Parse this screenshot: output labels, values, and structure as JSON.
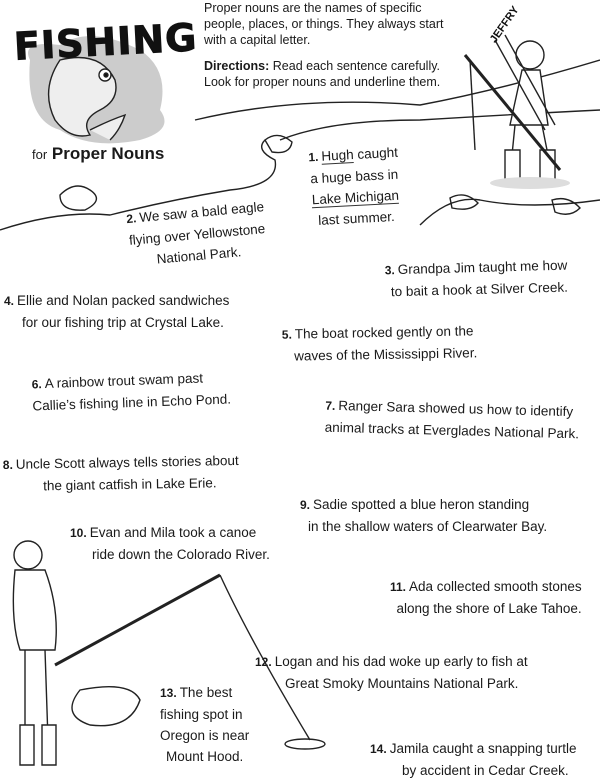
{
  "title": "FISHING",
  "subtitle_prefix": "for",
  "subtitle": "Proper Nouns",
  "rod_label": "JEFFRY",
  "intro": "Proper nouns are the names of specific people, places, or things. They always start with a capital letter.",
  "directions_label": "Directions:",
  "directions": "Read each sentence carefully. Look for proper nouns and underline them.",
  "sentences": [
    {
      "num": "1.",
      "lines": [
        "Hugh",
        " caught",
        "a huge bass in",
        "Lake Michigan",
        "last summer."
      ]
    },
    {
      "num": "2.",
      "lines": [
        "We saw a bald eagle",
        "flying over Yellowstone",
        "National Park."
      ]
    },
    {
      "num": "3.",
      "lines": [
        "Grandpa Jim taught me how",
        "to bait a hook at Silver Creek."
      ]
    },
    {
      "num": "4.",
      "lines": [
        "Ellie and Nolan packed sandwiches",
        "for our fishing trip at Crystal Lake."
      ]
    },
    {
      "num": "5.",
      "lines": [
        "The boat rocked gently on the",
        "waves of the Mississippi River."
      ]
    },
    {
      "num": "6.",
      "lines": [
        "A rainbow trout swam past",
        "Callie’s fishing line in Echo Pond."
      ]
    },
    {
      "num": "7.",
      "lines": [
        "Ranger Sara showed us how to identify",
        "animal tracks at Everglades National Park."
      ]
    },
    {
      "num": "8.",
      "lines": [
        "Uncle Scott always tells stories about",
        "the giant catfish in Lake Erie."
      ]
    },
    {
      "num": "9.",
      "lines": [
        "Sadie spotted a blue heron standing",
        "in the shallow waters of Clearwater Bay."
      ]
    },
    {
      "num": "10.",
      "lines": [
        "Evan and Mila took a canoe",
        "ride down the Colorado River."
      ]
    },
    {
      "num": "11.",
      "lines": [
        "Ada collected smooth stones",
        "along the shore of Lake Tahoe."
      ]
    },
    {
      "num": "12.",
      "lines": [
        "Logan and his dad woke up early to fish at",
        "Great Smoky Mountains National Park."
      ]
    },
    {
      "num": "13.",
      "lines": [
        "The best",
        "fishing spot in",
        "Oregon is near",
        "Mount Hood."
      ]
    },
    {
      "num": "14.",
      "lines": [
        "Jamila caught a snapping turtle",
        "by accident in Cedar Creek."
      ]
    }
  ]
}
